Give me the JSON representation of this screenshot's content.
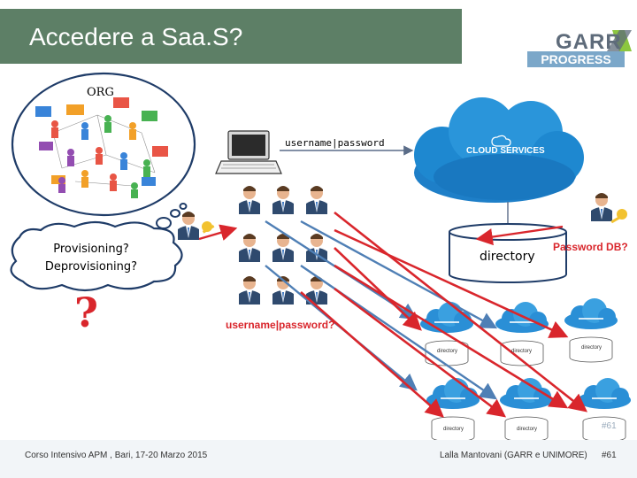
{
  "slide": {
    "title": "Accedere a Saa.S?",
    "logo_main": "GARR",
    "logo_sub": "PROGRESS",
    "page_number": "#61"
  },
  "diagram": {
    "org_label": "ORG",
    "credentials_label": "username|password",
    "cloud_label": "CLOUD SERVICES",
    "directory_label": "directory",
    "password_db_label": "Password DB?",
    "provisioning_label": "Provisioning?",
    "deprovisioning_label": "Deprovisioning?",
    "question_mark": "?",
    "user_password_question": "username|password?",
    "mini_directory_labels": [
      "directory",
      "directory",
      "directory",
      "directory",
      "directory"
    ]
  },
  "footer": {
    "course": "Corso Intensivo APM , Bari, 17-20 Marzo 2015",
    "author": "Lalla Mantovani (GARR e UNIMORE)",
    "page": "#61"
  },
  "colors": {
    "title_bar": "#5d7f66",
    "cloud": "#1e88d0",
    "arrow_red": "#d9262c",
    "arrow_blue": "#4f7fb5",
    "thought_border": "#1f3c68"
  }
}
